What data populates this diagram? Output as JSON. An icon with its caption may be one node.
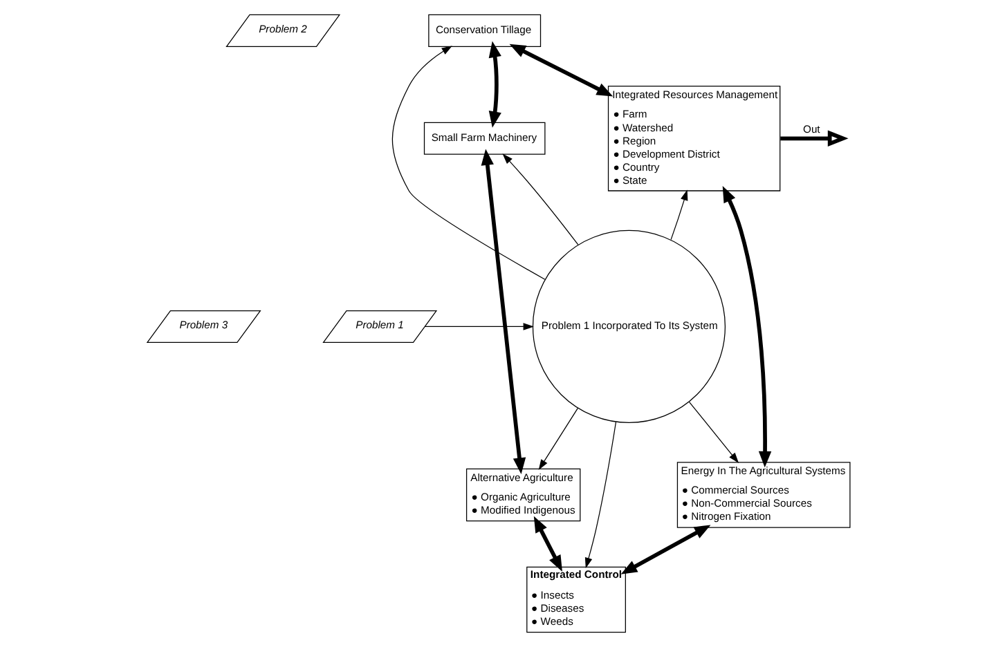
{
  "diagram": {
    "nodes": [
      {
        "text": [
          "Problem 1 Incorporated To Its System"
        ]
      },
      {
        "text": [
          "Conservation Tillage"
        ]
      },
      {
        "text": [
          "Integrated Resources Management",
          "● Farm",
          "● Watershed",
          "● Region",
          "● Development District",
          "● Country",
          "● State"
        ]
      },
      {
        "text": [
          "Small Farm Machinery"
        ]
      },
      {
        "text": [
          "Alternative Agriculture",
          "● Organic Agriculture",
          "● Modified Indigenous"
        ]
      },
      {
        "text": [
          "Integrated Control",
          "● Insects",
          "● Diseases",
          "● Weeds"
        ]
      },
      {
        "text": [
          "Energy In The Agricultural Systems",
          "● Commercial Sources",
          "● Non-Commercial Sources",
          "● Nitrogen Fixation"
        ]
      },
      {
        "text": [
          "Problem 1"
        ]
      },
      {
        "text": [
          "Problem 3"
        ]
      },
      {
        "text": [
          "Problem 2"
        ]
      }
    ],
    "edges": [
      {
        "from": 0,
        "to": 1,
        "arrow": "to"
      },
      {
        "from": 0,
        "to": 3,
        "arrow": "to"
      },
      {
        "from": 0,
        "to": 2,
        "arrow": "to"
      },
      {
        "from": 0,
        "to": 4,
        "arrow": "to"
      },
      {
        "from": 0,
        "to": 5,
        "arrow": "to"
      },
      {
        "from": 0,
        "to": 6,
        "arrow": "to"
      },
      {
        "from": 7,
        "to": 0,
        "arrow": "to"
      },
      {
        "from": 3,
        "to": 1,
        "arrow": "both",
        "style": "thick"
      },
      {
        "from": 1,
        "to": 2,
        "arrow": "both",
        "style": "thick"
      },
      {
        "from": 3,
        "to": 4,
        "arrow": "both",
        "style": "thick"
      },
      {
        "from": 2,
        "to": 6,
        "arrow": "both",
        "style": "thick"
      },
      {
        "from": 4,
        "to": 5,
        "arrow": "both",
        "style": "thick"
      },
      {
        "from": 5,
        "to": 6,
        "arrow": "both",
        "style": "thick"
      },
      {
        "from": 2,
        "to": null,
        "arrow": "to",
        "label": "Out",
        "style": "thick"
      }
    ]
  }
}
